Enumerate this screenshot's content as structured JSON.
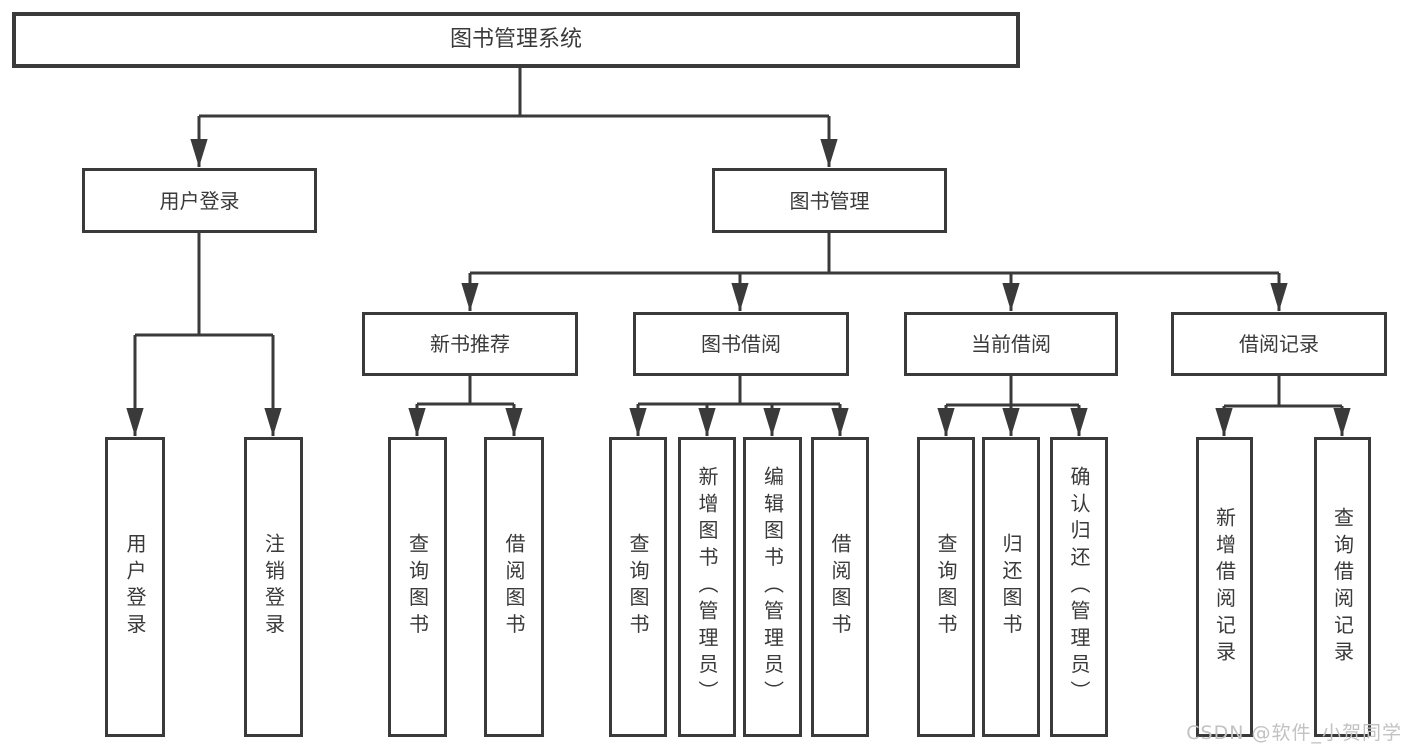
{
  "diagram": {
    "title": "图书管理系统",
    "colors": {
      "line": "#3a3a3a",
      "box_border": "#3a3a3a",
      "text": "#3a3a3a",
      "background": "#ffffff",
      "watermark": "#c2c2c2"
    },
    "nodes": {
      "root": {
        "label": "图书管理系统"
      },
      "user_login": {
        "label": "用户登录"
      },
      "book_mgmt": {
        "label": "图书管理"
      },
      "new_book_rec": {
        "label": "新书推荐"
      },
      "book_borrow": {
        "label": "图书借阅"
      },
      "current_borrow": {
        "label": "当前借阅"
      },
      "borrow_records": {
        "label": "借阅记录"
      },
      "leaf_user_login": {
        "label": "用户登录"
      },
      "leaf_logout": {
        "label": "注销登录"
      },
      "leaf_query_book_rec": {
        "label": "查询图书"
      },
      "leaf_borrow_book_rec": {
        "label": "借阅图书"
      },
      "leaf_query_book_borrow": {
        "label": "查询图书"
      },
      "leaf_add_book": {
        "label": "新增图书（管理员）"
      },
      "leaf_edit_book": {
        "label": "编辑图书（管理员）"
      },
      "leaf_borrow_book_borrow": {
        "label": "借阅图书"
      },
      "leaf_query_book_current": {
        "label": "查询图书"
      },
      "leaf_return_book": {
        "label": "归还图书"
      },
      "leaf_confirm_return": {
        "label": "确认归还（管理员）"
      },
      "leaf_add_record": {
        "label": "新增借阅记录"
      },
      "leaf_query_record": {
        "label": "查询借阅记录"
      }
    },
    "edges": [
      [
        "图书管理系统",
        "用户登录"
      ],
      [
        "图书管理系统",
        "图书管理"
      ],
      [
        "用户登录",
        "用户登录"
      ],
      [
        "用户登录",
        "注销登录"
      ],
      [
        "图书管理",
        "新书推荐"
      ],
      [
        "图书管理",
        "图书借阅"
      ],
      [
        "图书管理",
        "当前借阅"
      ],
      [
        "图书管理",
        "借阅记录"
      ],
      [
        "新书推荐",
        "查询图书"
      ],
      [
        "新书推荐",
        "借阅图书"
      ],
      [
        "图书借阅",
        "查询图书"
      ],
      [
        "图书借阅",
        "新增图书（管理员）"
      ],
      [
        "图书借阅",
        "编辑图书（管理员）"
      ],
      [
        "图书借阅",
        "借阅图书"
      ],
      [
        "当前借阅",
        "查询图书"
      ],
      [
        "当前借阅",
        "归还图书"
      ],
      [
        "当前借阅",
        "确认归还（管理员）"
      ],
      [
        "借阅记录",
        "新增借阅记录"
      ],
      [
        "借阅记录",
        "查询借阅记录"
      ]
    ],
    "watermark": "CSDN @软件_小贺同学"
  }
}
